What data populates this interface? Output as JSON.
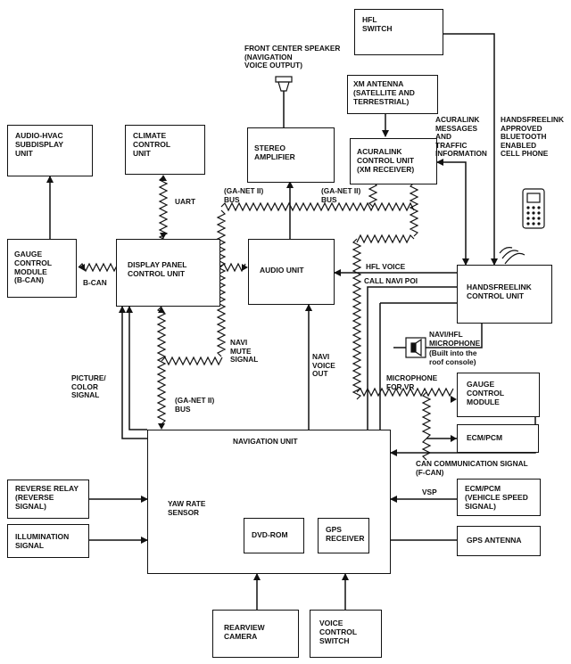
{
  "boxes": {
    "hfl_switch": "HFL\nSWITCH",
    "xm_antenna": "XM ANTENNA\n(SATELLITE AND\nTERRESTRIAL)",
    "acuralink_control_unit": "ACURALINK\nCONTROL UNIT\n(XM RECEIVER)",
    "stereo_amplifier": "STEREO\nAMPLIFIER",
    "audio_hvac_subdisplay": "AUDIO-HVAC\nSUBDISPLAY\nUNIT",
    "climate_control_unit": "CLIMATE\nCONTROL\nUNIT",
    "gauge_control_module_bcan": "GAUGE\nCONTROL\nMODULE\n(B-CAN)",
    "display_panel_control_unit": "DISPLAY PANEL\nCONTROL UNIT",
    "audio_unit": "AUDIO UNIT",
    "handsfreelink_control_unit": "HANDSFREELINK\nCONTROL UNIT",
    "gauge_control_module": "GAUGE\nCONTROL\nMODULE",
    "ecm_pcm": "ECM/PCM",
    "ecm_pcm_vss": "ECM/PCM\n(VEHICLE SPEED\nSIGNAL)",
    "gps_antenna": "GPS ANTENNA",
    "navigation_unit": "NAVIGATION UNIT",
    "yaw_rate_sensor": "YAW RATE\nSENSOR",
    "dvd_rom": "DVD-ROM",
    "gps_receiver": "GPS\nRECEIVER",
    "reverse_relay": "REVERSE RELAY\n(REVERSE\nSIGNAL)",
    "illumination_signal": "ILLUMINATION\nSIGNAL",
    "rearview_camera": "REARVIEW\nCAMERA",
    "voice_control_switch": "VOICE\nCONTROL\nSWITCH"
  },
  "labels": {
    "front_center_speaker": "FRONT CENTER SPEAKER\n(NAVIGATION\nVOICE OUTPUT)",
    "acuralink_messages": "ACURALINK\nMESSAGES\nAND\nTRAFFIC\nINFORMATION",
    "handsfreelink_phone": "HANDSFREELINK\nAPPROVED\nBLUETOOTH\nENABLED\nCELL PHONE",
    "uart": "UART",
    "ga_net_bus_left": "(GA-NET II)\nBUS",
    "ga_net_bus_right": "(GA-NET II)\nBUS",
    "b_can": "B-CAN",
    "hfl_voice": "HFL VOICE",
    "call_navi_poi": "CALL NAVI POI",
    "navi_hfl_microphone": "NAVI/HFL\nMICROPHONE",
    "navi_hfl_microphone_note": "(Built into the\nroof console)",
    "navi_mute_signal": "NAVI\nMUTE\nSIGNAL",
    "navi_voice_out": "NAVI\nVOICE\nOUT",
    "picture_color_signal": "PICTURE/\nCOLOR\nSIGNAL",
    "ga_net_bus_lower": "(GA-NET II)\nBUS",
    "microphone_for_vr": "MICROPHONE\nFOR VR",
    "can_communication_signal": "CAN COMMUNICATION SIGNAL\n(F-CAN)",
    "vsp": "VSP"
  }
}
